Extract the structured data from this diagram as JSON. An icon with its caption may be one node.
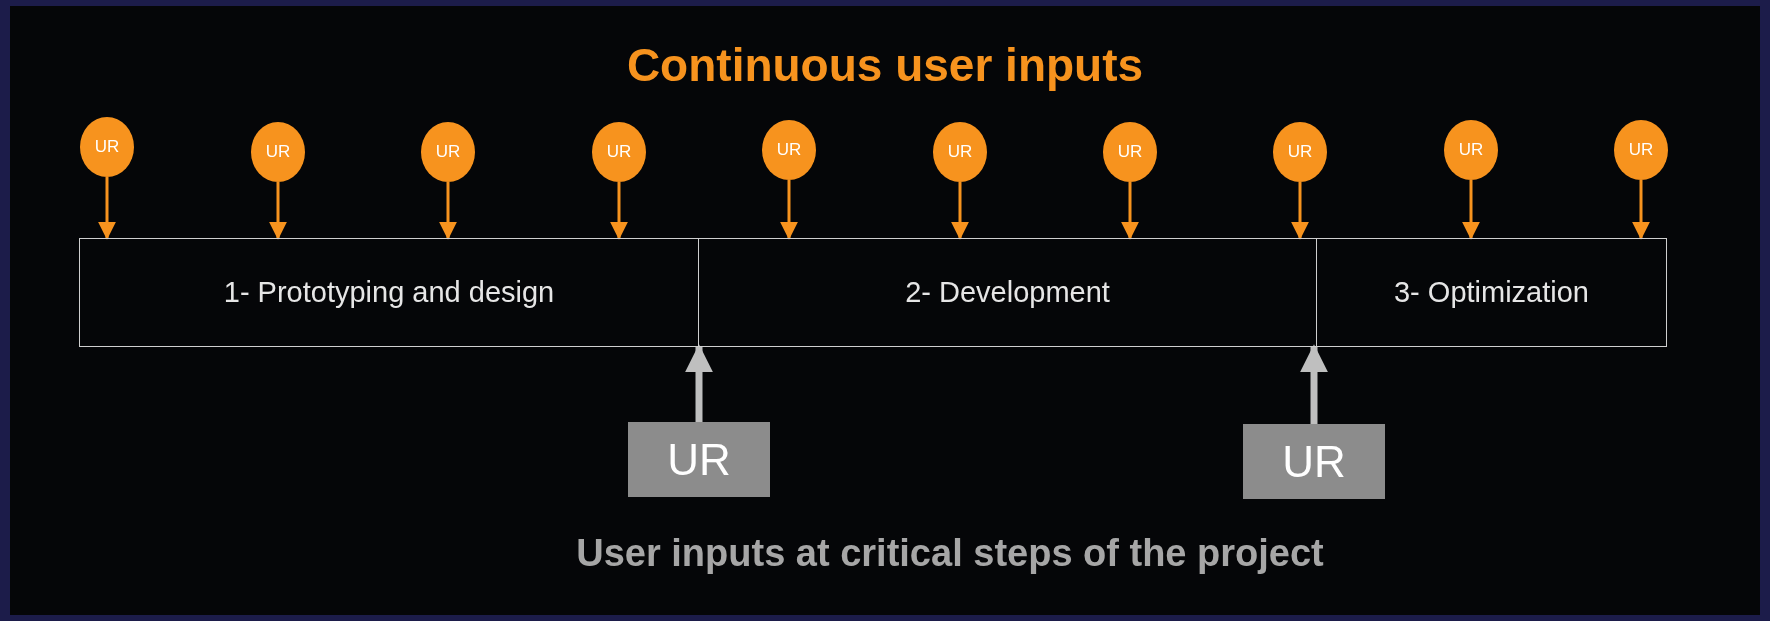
{
  "diagram": {
    "title": "Continuous user inputs",
    "caption": "User inputs at critical steps of the project",
    "nodes": [
      {
        "text": [
          "UR"
        ]
      },
      {
        "text": [
          "UR"
        ]
      },
      {
        "text": [
          "UR"
        ]
      },
      {
        "text": [
          "UR"
        ]
      },
      {
        "text": [
          "UR"
        ]
      },
      {
        "text": [
          "UR"
        ]
      },
      {
        "text": [
          "UR"
        ]
      },
      {
        "text": [
          "UR"
        ]
      },
      {
        "text": [
          "UR"
        ]
      },
      {
        "text": [
          "UR"
        ]
      },
      {
        "text": [
          "1- Prototyping and design"
        ]
      },
      {
        "text": [
          "2- Development"
        ]
      },
      {
        "text": [
          "3- Optimization"
        ]
      },
      {
        "text": [
          "UR"
        ]
      },
      {
        "text": [
          "UR"
        ]
      }
    ],
    "edges": [
      {
        "from": 0,
        "to": 10,
        "arrow": "to",
        "color": "#f7931e"
      },
      {
        "from": 1,
        "to": 10,
        "arrow": "to",
        "color": "#f7931e"
      },
      {
        "from": 2,
        "to": 10,
        "arrow": "to",
        "color": "#f7931e"
      },
      {
        "from": 3,
        "to": 10,
        "arrow": "to",
        "color": "#f7931e"
      },
      {
        "from": 4,
        "to": 11,
        "arrow": "to",
        "color": "#f7931e"
      },
      {
        "from": 5,
        "to": 11,
        "arrow": "to",
        "color": "#f7931e"
      },
      {
        "from": 6,
        "to": 11,
        "arrow": "to",
        "color": "#f7931e"
      },
      {
        "from": 7,
        "to": 11,
        "arrow": "to",
        "color": "#f7931e"
      },
      {
        "from": 8,
        "to": 12,
        "arrow": "to",
        "color": "#f7931e"
      },
      {
        "from": 9,
        "to": 12,
        "arrow": "to",
        "color": "#f7931e"
      },
      {
        "from": 13,
        "to": 11,
        "arrow": "to",
        "style": "thick",
        "color": "#bfbfbf"
      },
      {
        "from": 14,
        "to": 12,
        "arrow": "to",
        "style": "thick",
        "color": "#bfbfbf"
      }
    ]
  }
}
